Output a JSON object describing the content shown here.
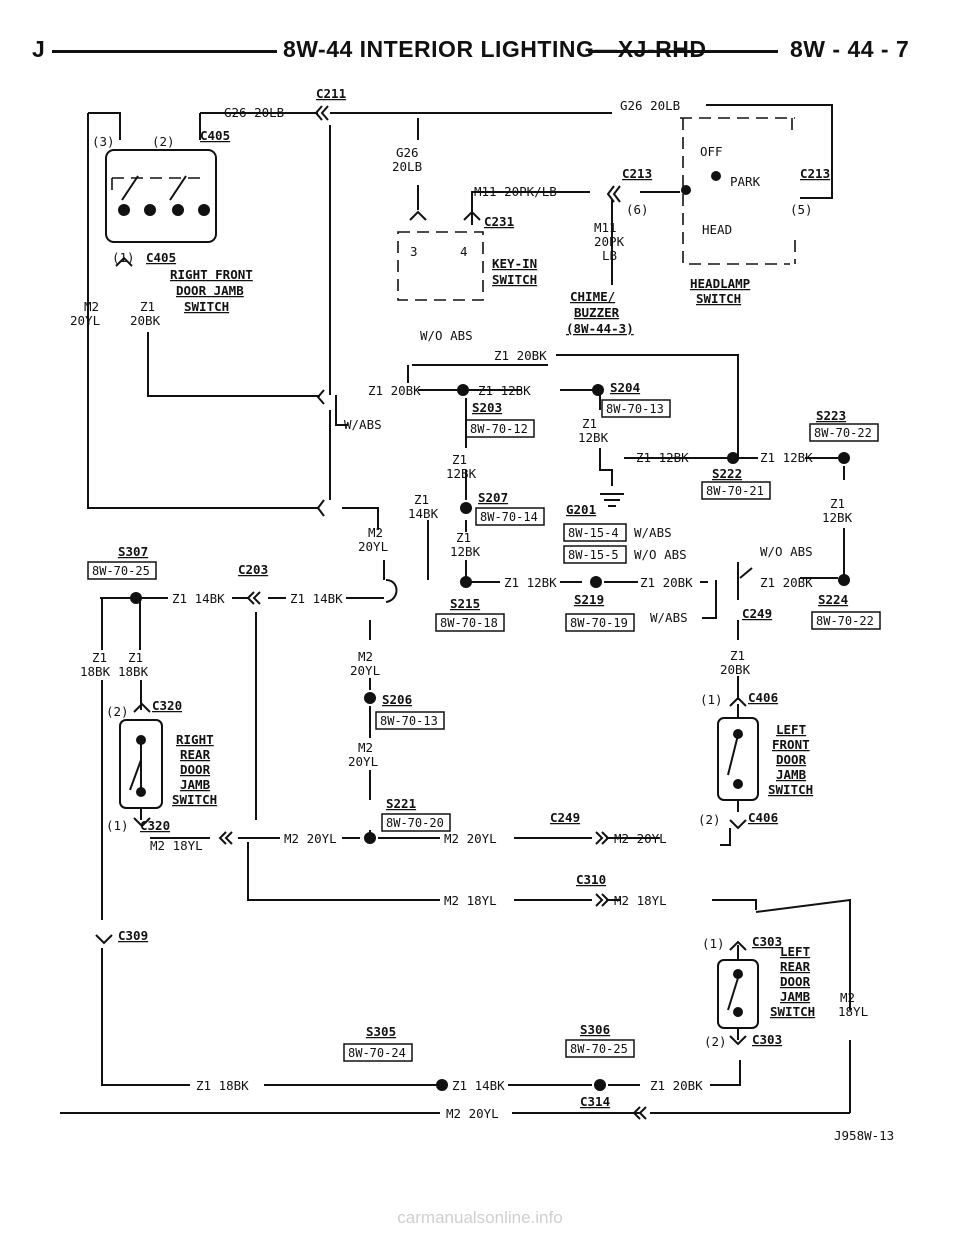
{
  "header": {
    "letter": "J",
    "title": "8W-44 INTERIOR LIGHTING—XJ-RHD",
    "page": "8W - 44 - 7"
  },
  "figure_id": "J958W-13",
  "watermark": "carmanualsonline.info",
  "wires": {
    "g26_20lb": "G26 20LB",
    "g26": "G26",
    "lb20": "20LB",
    "m11_20pklb": "M11 20PK/LB",
    "m11": "M11",
    "pk20": "20PK",
    "lb": "LB",
    "m2": "M2",
    "yl20": "20YL",
    "z1": "Z1",
    "bk20": "20BK",
    "z1_20bk": "Z1 20BK",
    "z1_12bk": "Z1 12BK",
    "bk12": "12BK",
    "bk14": "14BK",
    "bk18": "18BK",
    "z1_14bk": "Z1 14BK",
    "m2_18yl": "M2 18YL",
    "m2_20yl": "M2 20YL",
    "z1_18bk": "Z1 18BK",
    "yl18": "18YL"
  },
  "notes": {
    "wo_abs": "W/O ABS",
    "w_abs": "W/ABS"
  },
  "pins": {
    "p3": "(3)",
    "p2": "(2)",
    "p1": "(1)",
    "p5": "(5)",
    "p6": "(6)",
    "n3": "3",
    "n4": "4"
  },
  "connectors": {
    "c211": "C211",
    "c405": "C405",
    "c213": "C213",
    "c231": "C231",
    "c203": "C203",
    "c320": "C320",
    "c249": "C249",
    "c406": "C406",
    "c310": "C310",
    "c303": "C303",
    "c309": "C309",
    "c314": "C314"
  },
  "splices": {
    "s204": "S204",
    "s203": "S203",
    "s223": "S223",
    "s222": "S222",
    "s207": "S207",
    "g201": "G201",
    "s307": "S307",
    "s215": "S215",
    "s219": "S219",
    "s224": "S224",
    "s206": "S206",
    "s221": "S221",
    "s305": "S305",
    "s306": "S306"
  },
  "refs": {
    "r_70_13": "8W-70-13",
    "r_70_12": "8W-70-12",
    "r_70_22": "8W-70-22",
    "r_70_21": "8W-70-21",
    "r_70_14": "8W-70-14",
    "r_15_4": "8W-15-4",
    "r_15_5": "8W-15-5",
    "r_70_25": "8W-70-25",
    "r_70_18": "8W-70-18",
    "r_70_19": "8W-70-19",
    "r_70_20": "8W-70-20",
    "r_70_24": "8W-70-24"
  },
  "components": {
    "rf_jamb": [
      "RIGHT FRONT",
      "DOOR JAMB",
      "SWITCH"
    ],
    "key_in": [
      "KEY-IN",
      "SWITCH"
    ],
    "chime": [
      "CHIME/",
      "BUZZER",
      "(8W-44-3)"
    ],
    "headlamp": [
      "HEADLAMP",
      "SWITCH"
    ],
    "hl_off": "OFF",
    "hl_park": "PARK",
    "hl_head": "HEAD",
    "rr_jamb": [
      "RIGHT",
      "REAR",
      "DOOR",
      "JAMB",
      "SWITCH"
    ],
    "lf_jamb": [
      "LEFT",
      "FRONT",
      "DOOR",
      "JAMB",
      "SWITCH"
    ],
    "lr_jamb": [
      "LEFT",
      "REAR",
      "DOOR",
      "JAMB",
      "SWITCH"
    ]
  }
}
